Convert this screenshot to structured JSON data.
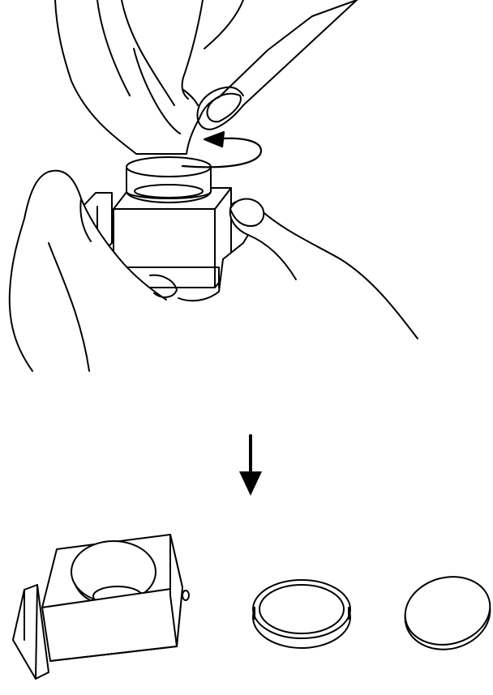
{
  "figure": {
    "type": "instructional line illustration",
    "background_color": "#ffffff",
    "line_color": "#000000",
    "steps": [
      {
        "id": "disassemble",
        "parts": [
          "left-hand",
          "right-hand",
          "cap",
          "cell-holder",
          "rotation-arrow"
        ]
      },
      {
        "id": "result",
        "parts": [
          "cell-holder",
          "retaining-ring",
          "window-disc"
        ]
      }
    ],
    "icons": [
      "rotation-arrow-icon",
      "down-arrow-icon"
    ]
  }
}
